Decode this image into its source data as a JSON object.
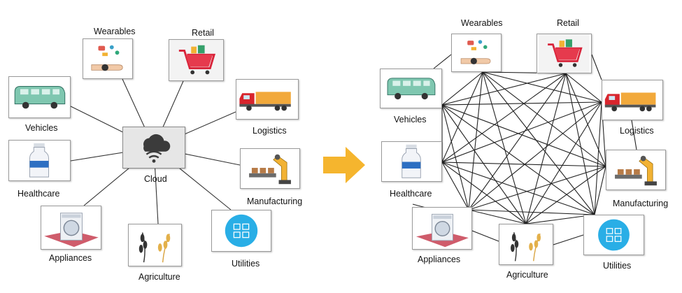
{
  "left_diagram": {
    "hub_label": "Cloud",
    "nodes": {
      "wearables": "Wearables",
      "retail": "Retail",
      "vehicles": "Vehicles",
      "logistics": "Logistics",
      "healthcare": "Healthcare",
      "manufacturing": "Manufacturing",
      "appliances": "Appliances",
      "agriculture": "Agriculture",
      "utilities": "Utilities"
    }
  },
  "right_diagram": {
    "nodes": {
      "wearables": "Wearables",
      "retail": "Retail",
      "vehicles": "Vehicles",
      "logistics": "Logistics",
      "healthcare": "Healthcare",
      "manufacturing": "Manufacturing",
      "appliances": "Appliances",
      "agriculture": "Agriculture",
      "utilities": "Utilities"
    }
  },
  "colors": {
    "arrow": "#f5b52e",
    "line": "#333333",
    "cloud_box": "#e6e6e6"
  },
  "icons": {
    "wearables": "wearables-icon",
    "retail": "shopping-cart-icon",
    "vehicles": "van-icon",
    "logistics": "truck-icon",
    "healthcare": "milk-bottle-icon",
    "manufacturing": "robot-arm-icon",
    "appliances": "washing-machine-icon",
    "agriculture": "wheat-icon",
    "utilities": "utilities-icon",
    "cloud": "cloud-wifi-icon"
  }
}
